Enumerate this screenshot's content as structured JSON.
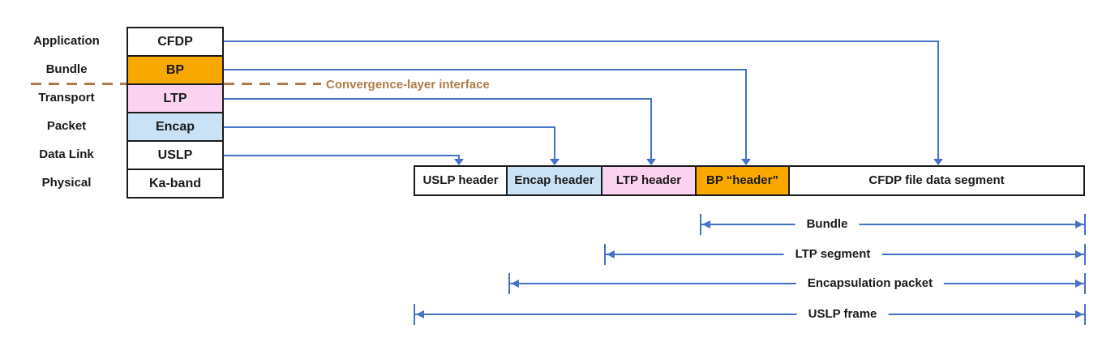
{
  "title": "DTN protocol stack and encapsulation diagram",
  "colors": {
    "arrow_blue": "#4472C4",
    "convergence_brown": "#B07B4A",
    "bp_orange": "#F9A800",
    "ltp_pink": "#FBD2F0",
    "encap_blue": "#C9E2F6",
    "box_white": "#FFFFFF",
    "border_black": "#1A1A1A"
  },
  "stack": {
    "rows": [
      {
        "layer": "Application",
        "protocol": "CFDP",
        "color": "#FFFFFF"
      },
      {
        "layer": "Bundle",
        "protocol": "BP",
        "color": "#F9A800"
      },
      {
        "layer": "Transport",
        "protocol": "LTP",
        "color": "#FBD2F0"
      },
      {
        "layer": "Packet",
        "protocol": "Encap",
        "color": "#C9E2F6"
      },
      {
        "layer": "Data Link",
        "protocol": "USLP",
        "color": "#FFFFFF"
      },
      {
        "layer": "Physical",
        "protocol": "Ka-band",
        "color": "#FFFFFF"
      }
    ]
  },
  "convergence": {
    "label": "Convergence-layer interface"
  },
  "packet": {
    "segments": [
      {
        "label": "USLP header",
        "color": "#FFFFFF"
      },
      {
        "label": "Encap header",
        "color": "#C9E2F6"
      },
      {
        "label": "LTP header",
        "color": "#FBD2F0"
      },
      {
        "label": "BP “header”",
        "color": "#F9A800"
      },
      {
        "label": "CFDP file data segment",
        "color": "#FFFFFF"
      }
    ]
  },
  "spans": [
    {
      "label": "Bundle"
    },
    {
      "label": "LTP segment"
    },
    {
      "label": "Encapsulation packet"
    },
    {
      "label": "USLP frame"
    }
  ]
}
